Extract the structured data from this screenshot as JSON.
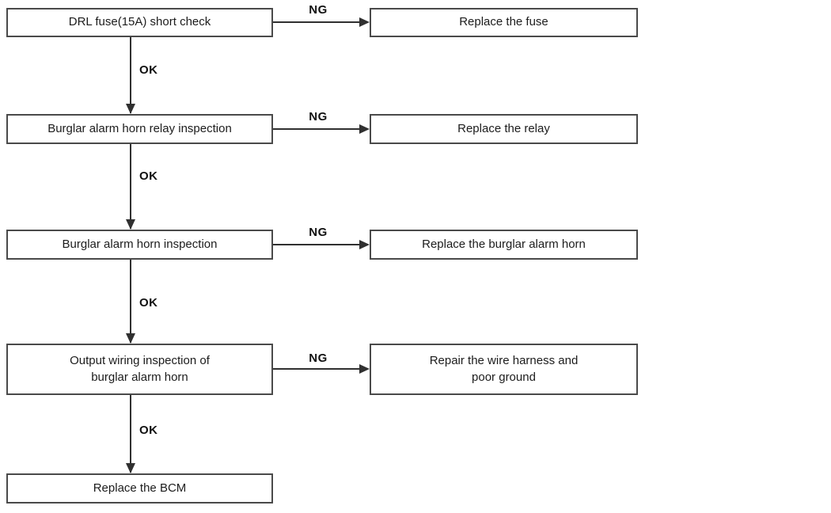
{
  "diagram": {
    "type": "flowchart",
    "ok_label": "OK",
    "ng_label": "NG",
    "steps": [
      {
        "check": "DRL fuse(15A) short check",
        "ng_action": "Replace the fuse"
      },
      {
        "check": "Burglar alarm horn relay inspection",
        "ng_action": "Replace the relay"
      },
      {
        "check": "Burglar alarm horn inspection",
        "ng_action": "Replace the burglar alarm horn"
      },
      {
        "check": "Output wiring inspection of\nburglar alarm horn",
        "ng_action": "Repair the wire harness and\npoor ground"
      },
      {
        "check": "Replace the BCM"
      }
    ],
    "colors": {
      "line": "#303030",
      "box_border": "#4a4a4a",
      "box_background": "#ffffff",
      "text": "#1c1c1c",
      "page_background": "#ffffff"
    }
  }
}
